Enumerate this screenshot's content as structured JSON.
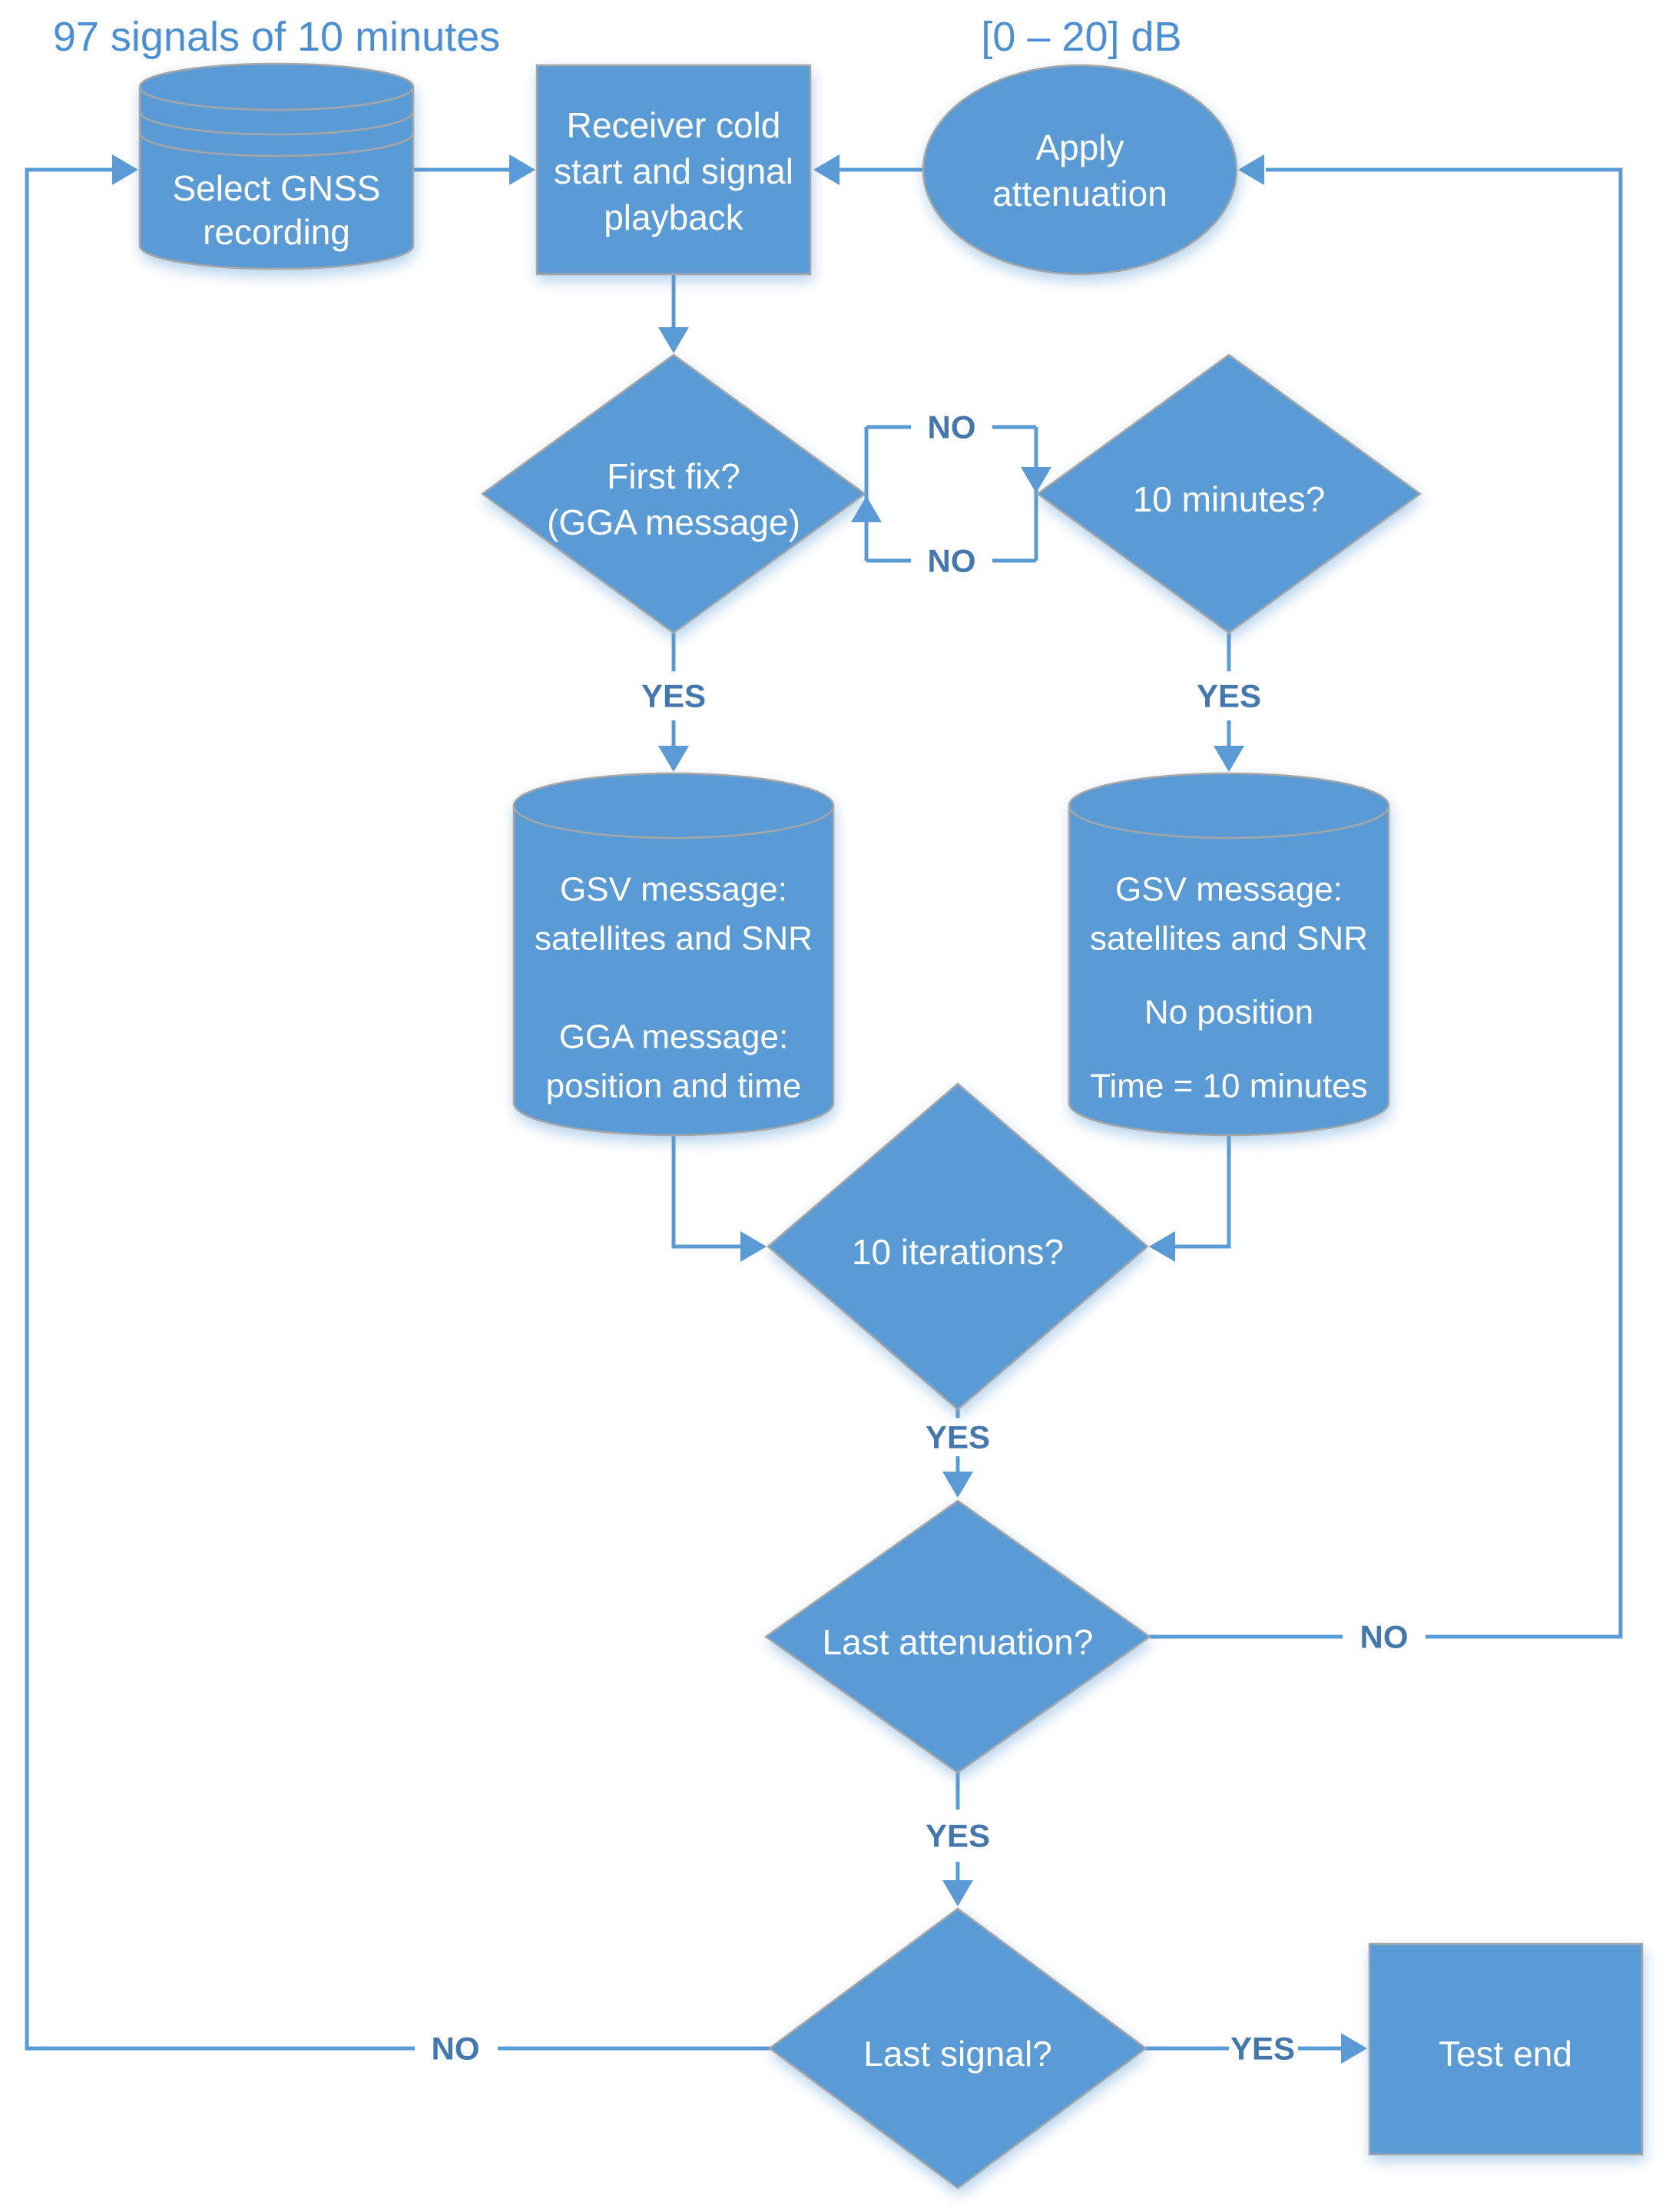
{
  "colors": {
    "shape_fill": "#5b9bd5",
    "shape_stroke": "#a6a6a6",
    "line": "#5b9bd5",
    "label": "#4478ad",
    "caption": "#4a8fd3",
    "node_text": "#ffffff"
  },
  "captions": {
    "recordings": "97 signals of 10 minutes",
    "attenuation_range": "[0 – 20] dB"
  },
  "nodes": {
    "select_gnss_recording": {
      "shape": "database-stacked",
      "lines": [
        "Select GNSS",
        "recording"
      ]
    },
    "receiver_cold_start": {
      "shape": "process",
      "lines": [
        "Receiver cold",
        "start and signal",
        "playback"
      ]
    },
    "apply_attenuation": {
      "shape": "ellipse",
      "lines": [
        "Apply",
        "attenuation"
      ]
    },
    "first_fix": {
      "shape": "decision",
      "lines": [
        "First fix?",
        "(GGA message)"
      ]
    },
    "ten_minutes": {
      "shape": "decision",
      "lines": [
        "10 minutes?"
      ]
    },
    "fix_data_log": {
      "shape": "database",
      "lines": [
        "GSV message:",
        "satellites and SNR",
        "GGA message:",
        "position and time"
      ]
    },
    "no_fix_data_log": {
      "shape": "database",
      "lines": [
        "GSV message:",
        "satellites and SNR",
        "No position",
        "Time = 10 minutes"
      ]
    },
    "ten_iterations": {
      "shape": "decision",
      "lines": [
        "10 iterations?"
      ]
    },
    "last_attenuation": {
      "shape": "decision",
      "lines": [
        "Last attenuation?"
      ]
    },
    "last_signal": {
      "shape": "decision",
      "lines": [
        "Last signal?"
      ]
    },
    "test_end": {
      "shape": "process",
      "lines": [
        "Test end"
      ]
    }
  },
  "edge_labels": {
    "first_fix_no": "NO",
    "ten_minutes_no": "NO",
    "first_fix_yes": "YES",
    "ten_minutes_yes": "YES",
    "ten_iterations_yes": "YES",
    "last_attenuation_no": "NO",
    "last_attenuation_yes": "YES",
    "last_signal_no": "NO",
    "last_signal_yes": "YES"
  }
}
